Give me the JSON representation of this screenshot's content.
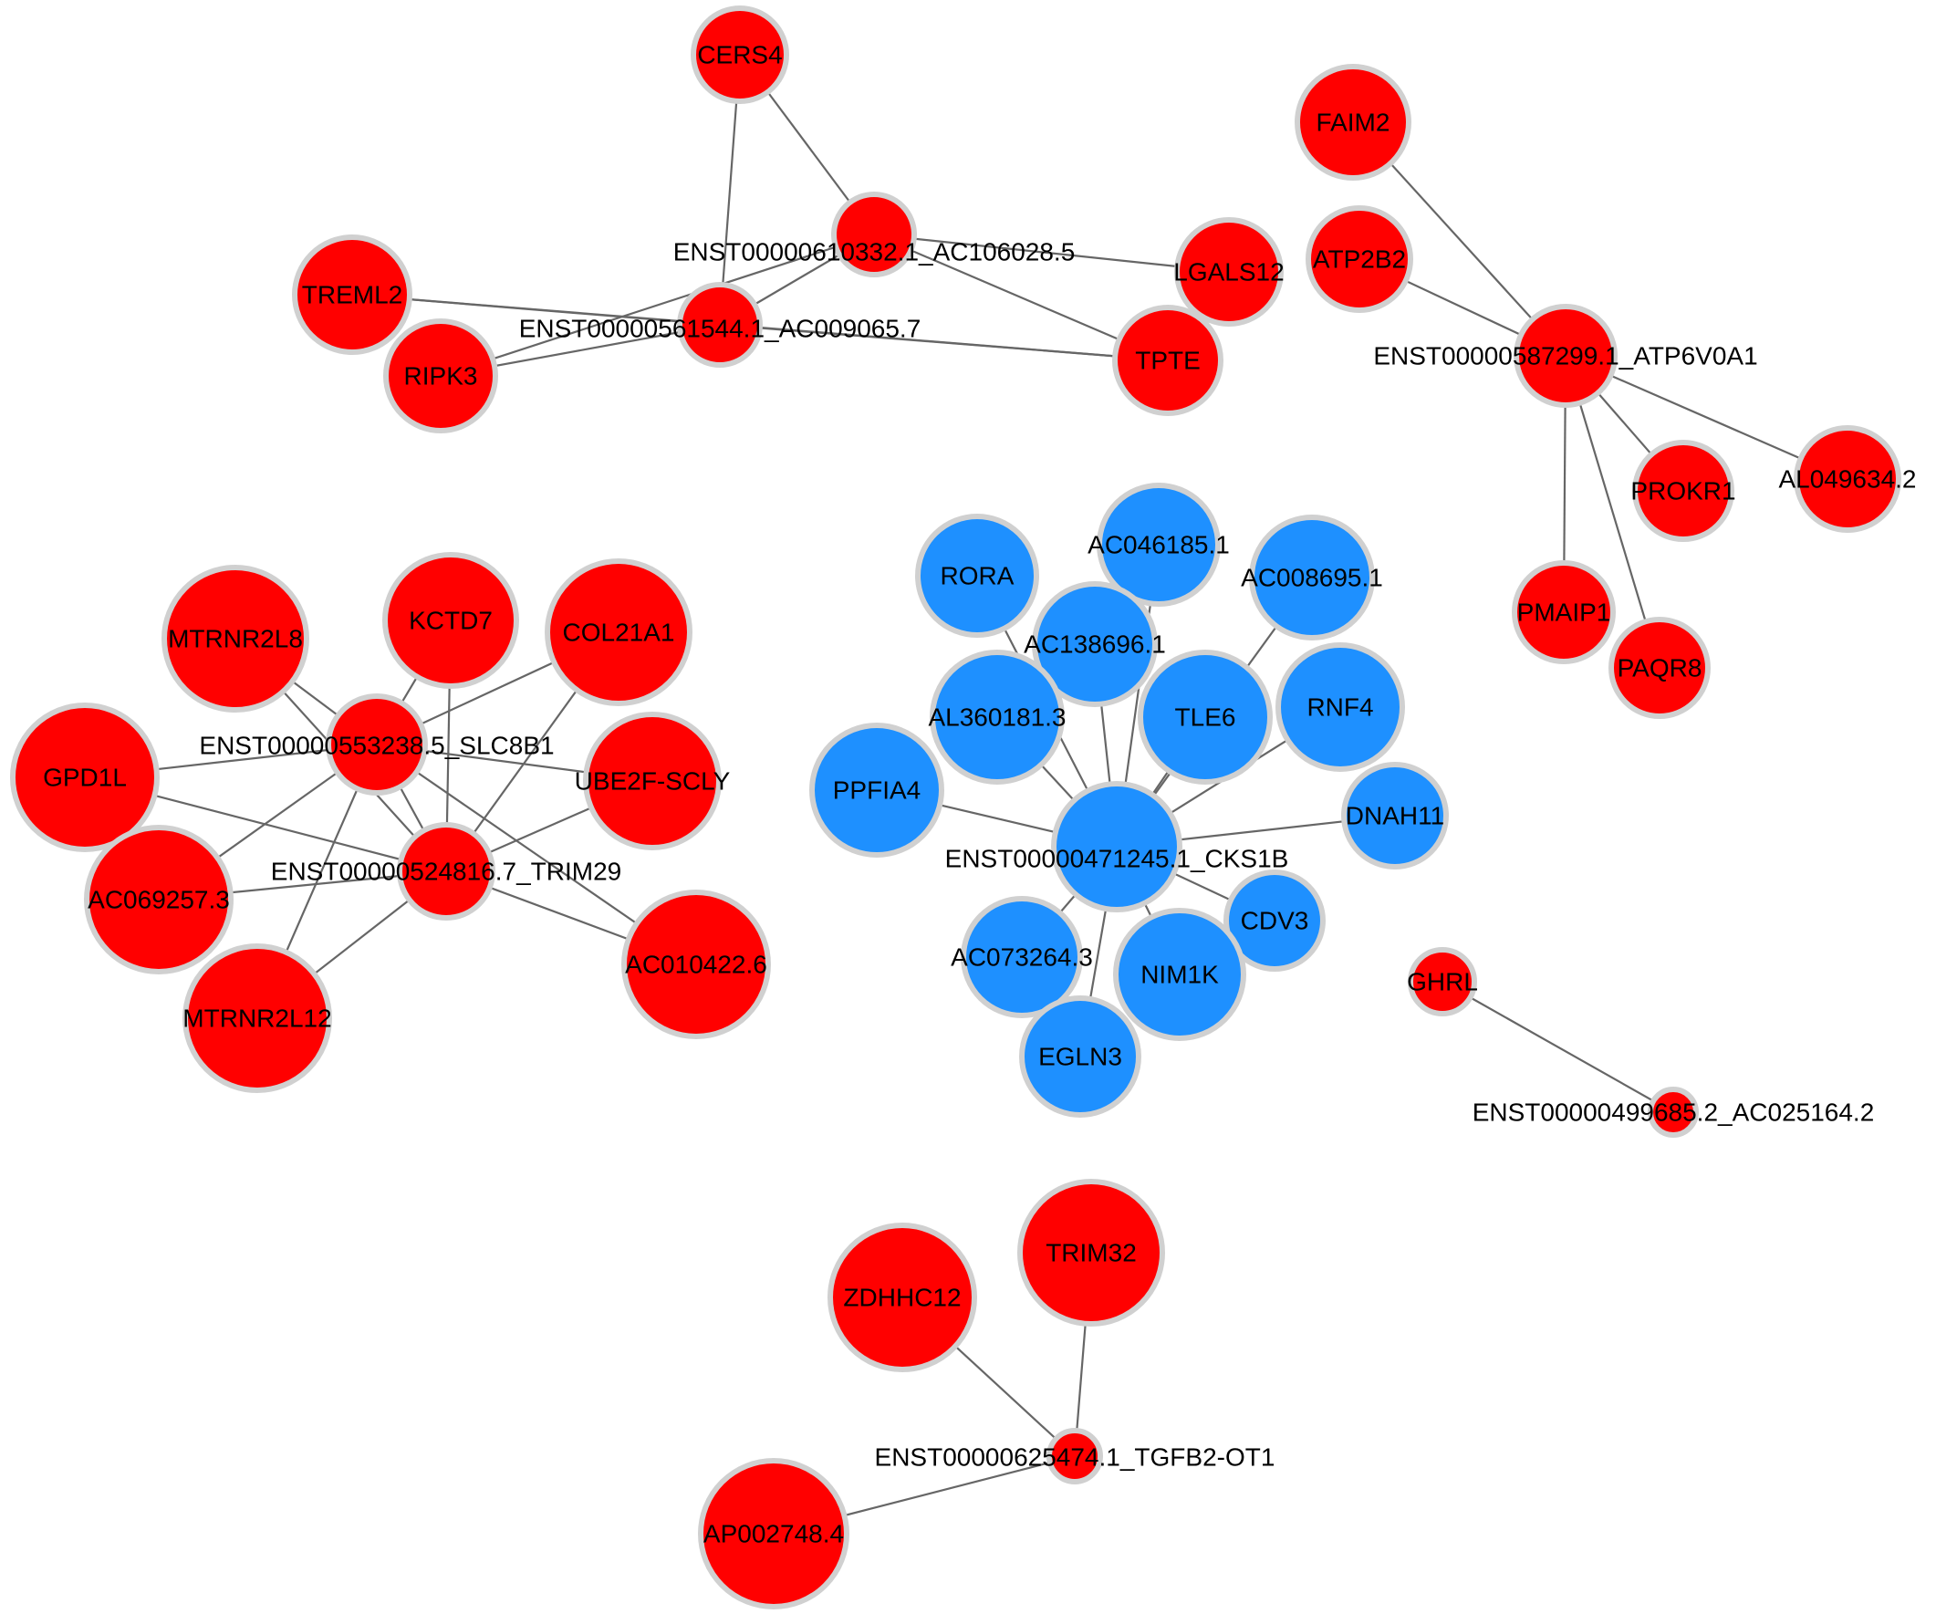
{
  "colors": {
    "red": "#ff0000",
    "blue": "#1e90ff",
    "edge": "#666666",
    "node_border": "#d0d0d0",
    "label": "#000000"
  },
  "nodes": [
    {
      "id": "CERS4",
      "label": "CERS4",
      "color": "red"
    },
    {
      "id": "ENST610332",
      "label": "ENST00000610332.1_AC106028.5",
      "color": "red"
    },
    {
      "id": "ENST561544",
      "label": "ENST00000561544.1_AC009065.7",
      "color": "red"
    },
    {
      "id": "TREML2",
      "label": "TREML2",
      "color": "red"
    },
    {
      "id": "RIPK3",
      "label": "RIPK3",
      "color": "red"
    },
    {
      "id": "LGALS12",
      "label": "LGALS12",
      "color": "red"
    },
    {
      "id": "TPTE",
      "label": "TPTE",
      "color": "red"
    },
    {
      "id": "FAIM2",
      "label": "FAIM2",
      "color": "red"
    },
    {
      "id": "ATP2B2",
      "label": "ATP2B2",
      "color": "red"
    },
    {
      "id": "ENST587299",
      "label": "ENST00000587299.1_ATP6V0A1",
      "color": "red"
    },
    {
      "id": "PROKR1",
      "label": "PROKR1",
      "color": "red"
    },
    {
      "id": "AL049634",
      "label": "AL049634.2",
      "color": "red"
    },
    {
      "id": "PMAIP1",
      "label": "PMAIP1",
      "color": "red"
    },
    {
      "id": "PAQR8",
      "label": "PAQR8",
      "color": "red"
    },
    {
      "id": "MTRNR2L8",
      "label": "MTRNR2L8",
      "color": "red"
    },
    {
      "id": "KCTD7",
      "label": "KCTD7",
      "color": "red"
    },
    {
      "id": "COL21A1",
      "label": "COL21A1",
      "color": "red"
    },
    {
      "id": "ENST553238",
      "label": "ENST00000553238.5_SLC8B1",
      "color": "red"
    },
    {
      "id": "GPD1L",
      "label": "GPD1L",
      "color": "red"
    },
    {
      "id": "UBE2F",
      "label": "UBE2F-SCLY",
      "color": "red"
    },
    {
      "id": "ENST524816",
      "label": "ENST00000524816.7_TRIM29",
      "color": "red"
    },
    {
      "id": "AC069257",
      "label": "AC069257.3",
      "color": "red"
    },
    {
      "id": "AC010422",
      "label": "AC010422.6",
      "color": "red"
    },
    {
      "id": "MTRNR2L12",
      "label": "MTRNR2L12",
      "color": "red"
    },
    {
      "id": "RORA",
      "label": "RORA",
      "color": "blue"
    },
    {
      "id": "AC046185",
      "label": "AC046185.1",
      "color": "blue"
    },
    {
      "id": "AC008695",
      "label": "AC008695.1",
      "color": "blue"
    },
    {
      "id": "AC138696",
      "label": "AC138696.1",
      "color": "blue"
    },
    {
      "id": "AL360181",
      "label": "AL360181.3",
      "color": "blue"
    },
    {
      "id": "TLE6",
      "label": "TLE6",
      "color": "blue"
    },
    {
      "id": "RNF4",
      "label": "RNF4",
      "color": "blue"
    },
    {
      "id": "PPFIA4",
      "label": "PPFIA4",
      "color": "blue"
    },
    {
      "id": "DNAH11",
      "label": "DNAH11",
      "color": "blue"
    },
    {
      "id": "ENST471245",
      "label": "ENST00000471245.1_CKS1B",
      "color": "blue"
    },
    {
      "id": "CDV3",
      "label": "CDV3",
      "color": "blue"
    },
    {
      "id": "AC073264",
      "label": "AC073264.3",
      "color": "blue"
    },
    {
      "id": "NIM1K",
      "label": "NIM1K",
      "color": "blue"
    },
    {
      "id": "EGLN3",
      "label": "EGLN3",
      "color": "blue"
    },
    {
      "id": "GHRL",
      "label": "GHRL",
      "color": "red"
    },
    {
      "id": "ENST499685",
      "label": "ENST00000499685.2_AC025164.2",
      "color": "red"
    },
    {
      "id": "TRIM32",
      "label": "TRIM32",
      "color": "red"
    },
    {
      "id": "ZDHHC12",
      "label": "ZDHHC12",
      "color": "red"
    },
    {
      "id": "ENST625474",
      "label": "ENST00000625474.1_TGFB2-OT1",
      "color": "red"
    },
    {
      "id": "AP002748",
      "label": "AP002748.4",
      "color": "red"
    }
  ],
  "edges": [
    [
      "CERS4",
      "ENST561544"
    ],
    [
      "CERS4",
      "ENST610332"
    ],
    [
      "ENST610332",
      "ENST561544"
    ],
    [
      "ENST610332",
      "LGALS12"
    ],
    [
      "ENST610332",
      "TPTE"
    ],
    [
      "ENST610332",
      "RIPK3"
    ],
    [
      "ENST561544",
      "TREML2"
    ],
    [
      "ENST561544",
      "RIPK3"
    ],
    [
      "ENST561544",
      "TPTE"
    ],
    [
      "TREML2",
      "TPTE"
    ],
    [
      "FAIM2",
      "ENST587299"
    ],
    [
      "ATP2B2",
      "ENST587299"
    ],
    [
      "ENST587299",
      "PROKR1"
    ],
    [
      "ENST587299",
      "AL049634"
    ],
    [
      "ENST587299",
      "PMAIP1"
    ],
    [
      "ENST587299",
      "PAQR8"
    ],
    [
      "MTRNR2L8",
      "ENST553238"
    ],
    [
      "MTRNR2L8",
      "ENST524816"
    ],
    [
      "KCTD7",
      "ENST524816"
    ],
    [
      "KCTD7",
      "ENST553238"
    ],
    [
      "COL21A1",
      "ENST553238"
    ],
    [
      "COL21A1",
      "ENST524816"
    ],
    [
      "GPD1L",
      "ENST553238"
    ],
    [
      "GPD1L",
      "ENST524816"
    ],
    [
      "UBE2F",
      "ENST553238"
    ],
    [
      "UBE2F",
      "ENST524816"
    ],
    [
      "ENST553238",
      "ENST524816"
    ],
    [
      "ENST553238",
      "AC069257"
    ],
    [
      "ENST553238",
      "MTRNR2L12"
    ],
    [
      "ENST553238",
      "AC010422"
    ],
    [
      "ENST524816",
      "AC069257"
    ],
    [
      "ENST524816",
      "AC010422"
    ],
    [
      "ENST524816",
      "MTRNR2L12"
    ],
    [
      "RORA",
      "ENST471245"
    ],
    [
      "AC046185",
      "ENST471245"
    ],
    [
      "AC008695",
      "ENST471245"
    ],
    [
      "AC138696",
      "ENST471245"
    ],
    [
      "AL360181",
      "ENST471245"
    ],
    [
      "TLE6",
      "ENST471245"
    ],
    [
      "RNF4",
      "ENST471245"
    ],
    [
      "PPFIA4",
      "ENST471245"
    ],
    [
      "DNAH11",
      "ENST471245"
    ],
    [
      "CDV3",
      "ENST471245"
    ],
    [
      "AC073264",
      "ENST471245"
    ],
    [
      "NIM1K",
      "ENST471245"
    ],
    [
      "EGLN3",
      "ENST471245"
    ],
    [
      "GHRL",
      "ENST499685"
    ],
    [
      "TRIM32",
      "ENST625474"
    ],
    [
      "ZDHHC12",
      "ENST625474"
    ],
    [
      "AP002748",
      "ENST625474"
    ]
  ]
}
